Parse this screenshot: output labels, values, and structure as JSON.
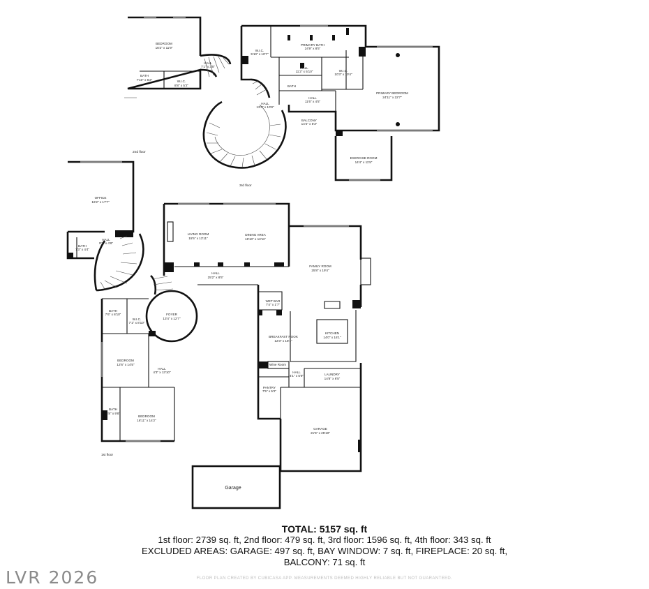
{
  "floors": {
    "floor_1": "1st floor",
    "floor_2": "2nd floor",
    "floor_3": "3rd floor"
  },
  "rooms": {
    "bedroom_top": {
      "name": "BEDROOM",
      "size": "16'2\" x 11'9\""
    },
    "bath_top": {
      "name": "BATH",
      "size": "7'10\" x 5'2\""
    },
    "wic_top": {
      "name": "W.I.C.",
      "size": "8'8\" x 5'2\""
    },
    "hall_top": {
      "name": "HALL",
      "size": "7'1\" x 3'5\""
    },
    "wic_primary_small": {
      "name": "W.I.C.",
      "size": "5'10\" x 10'7\""
    },
    "primary_bath": {
      "name": "PRIMARY BATH",
      "size": "24'9\" x 8'5\""
    },
    "hall_primary": {
      "name": "HALL",
      "size": "11'2\" x 5'10\""
    },
    "wic_primary": {
      "name": "W.I.C.",
      "size": "10'3\" x 10'4\""
    },
    "bath_primary_small": {
      "name": "BATH",
      "size": ""
    },
    "hall_stair_3rd": {
      "name": "HALL",
      "size": "13'3\" x 10'8\""
    },
    "hall_3rd": {
      "name": "HALL",
      "size": "11'6\" x 4'5\""
    },
    "balcony": {
      "name": "BALCONY",
      "size": "14'4\" x 5'3\""
    },
    "primary_bedroom": {
      "name": "PRIMARY BEDROOM",
      "size": "24'11\" x 22'7\""
    },
    "exercise_room": {
      "name": "EXERCISE ROOM",
      "size": "14'4\" x 11'5\""
    },
    "office": {
      "name": "OFFICE",
      "size": "16'2\" x 17'7\""
    },
    "bath_office": {
      "name": "BATH",
      "size": "7'3\" x 4'4\""
    },
    "hall_office": {
      "name": "HALL",
      "size": "9'3\" x 4'6\""
    },
    "living_room": {
      "name": "LIVING ROOM",
      "size": "15'5\" x 13'11\""
    },
    "dining_area": {
      "name": "DINING AREA",
      "size": "16'10\" x 13'11\""
    },
    "hall_main": {
      "name": "HALL",
      "size": "25'2\" x 8'5\""
    },
    "family_room": {
      "name": "FAMILY ROOM",
      "size": "25'8\" x 19'4\""
    },
    "wet_bar": {
      "name": "WET BAR",
      "size": "7'4\" x 1'7\""
    },
    "kitchen": {
      "name": "KITCHEN",
      "size": "14'0\" x 16'1\""
    },
    "breakfast_nook": {
      "name": "BREAKFAST NOOK",
      "size": "12'3\" x 18'1\""
    },
    "wine_room": {
      "name": "Wine Room",
      "size": ""
    },
    "hall_kitchen": {
      "name": "HALL",
      "size": "4'1\" x 5'9\""
    },
    "laundry": {
      "name": "LAUNDRY",
      "size": "14'8\" x 6'5\""
    },
    "pantry": {
      "name": "PANTRY",
      "size": "7'5\" x 5'2\""
    },
    "garage_interior": {
      "name": "GARAGE",
      "size": "21'5\" x 25'10\""
    },
    "foyer": {
      "name": "FOYER",
      "size": "13'4\" x 12'7\""
    },
    "bath_1": {
      "name": "BATH",
      "size": "7'6\" x 8'10\""
    },
    "wic_1": {
      "name": "W.I.C.",
      "size": "7'1\" x 8'10\""
    },
    "bedroom_1": {
      "name": "BEDROOM",
      "size": "12'6\" x 14'5\""
    },
    "hall_1": {
      "name": "HALL",
      "size": "4'3\" x 13'10\""
    },
    "bath_2": {
      "name": "BATH",
      "size": "5'8\" x 9'8\""
    },
    "bedroom_2": {
      "name": "BEDROOM",
      "size": "16'11\" x 14'2\""
    },
    "garage_exterior": {
      "name": "Garage",
      "size": ""
    }
  },
  "summary": {
    "total": "TOTAL: 5157 sq. ft",
    "line1": "1st floor: 2739 sq. ft, 2nd floor: 479 sq. ft, 3rd floor: 1596 sq. ft, 4th floor: 343 sq. ft",
    "line2": "EXCLUDED AREAS: GARAGE: 497 sq. ft, BAY WINDOW: 7 sq. ft, FIREPLACE: 20 sq. ft,",
    "line3": "BALCONY: 71 sq. ft"
  },
  "watermark": "LVR 2026",
  "footer": "FLOOR PLAN CREATED BY CUBICASA APP. MEASUREMENTS DEEMED HIGHLY RELIABLE BUT NOT GUARANTEED."
}
